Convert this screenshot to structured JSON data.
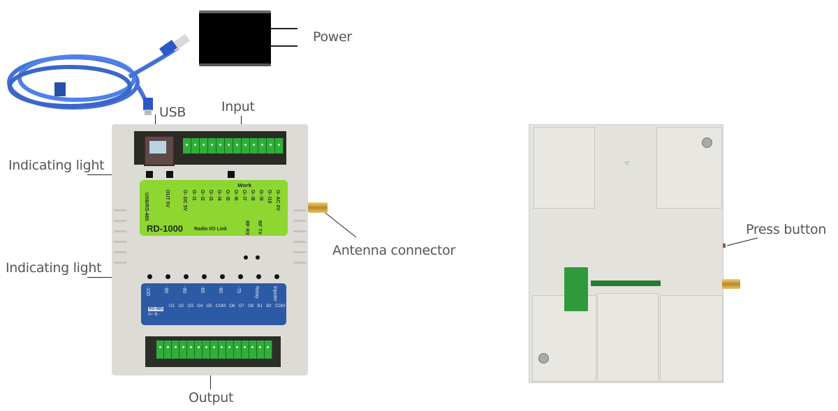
{
  "labels": {
    "power": "Power",
    "usb": "USB",
    "input": "Input",
    "indicating_light_top": "Indicating light",
    "indicating_light_bottom": "Indicating light",
    "antenna_connector": "Antenna connector",
    "output": "Output",
    "press_button": "Press button"
  },
  "device": {
    "model": "RD-1000",
    "subtitle": "Radio I/O Link",
    "green_panel": {
      "work": "Work",
      "port_labels": [
        "USB/RS-485",
        "OUT 5V",
        "O- DC 5V",
        "O- I1",
        "O- I2",
        "O- I3",
        "O- I4",
        "O- I5",
        "O- I6",
        "O- I7",
        "O- I8",
        "O- I9",
        "O- I10",
        "O- AC 0V"
      ],
      "rf_rx": "RF RX",
      "rf_tx": "RF TX"
    },
    "blue_panel": {
      "signal_labels": [
        "-100",
        "-95",
        "-90",
        "-85",
        "-80",
        "-75",
        "Relay",
        "Inputer"
      ],
      "rs485": "RS-485",
      "rs485_pins": [
        "A+",
        "B-"
      ],
      "outputs": [
        "O1",
        "O2",
        "O3",
        "O4",
        "O5",
        "COM",
        "O6",
        "O7",
        "O8",
        "B1",
        "B2",
        "COM"
      ]
    }
  },
  "colors": {
    "green_panel": "#8ed630",
    "blue_panel": "#2d5aa4",
    "terminal_green": "#2fae3a",
    "usb_cable_blue": "#2f62d4",
    "label_text": "#555555"
  }
}
